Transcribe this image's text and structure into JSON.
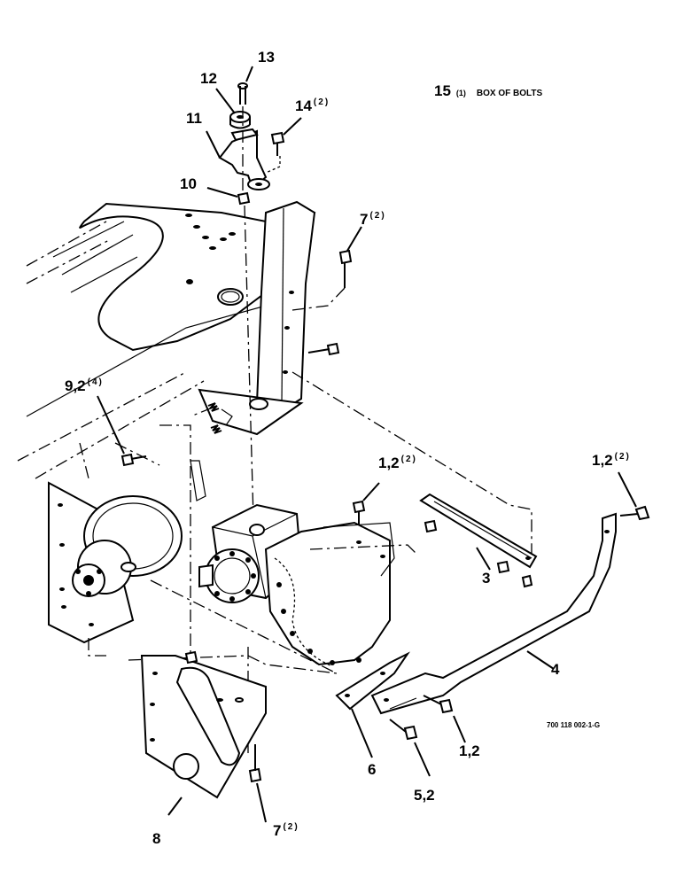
{
  "callouts": [
    {
      "id": "c13",
      "num": "13",
      "qty": ""
    },
    {
      "id": "c12",
      "num": "12",
      "qty": ""
    },
    {
      "id": "c14",
      "num": "14",
      "qty": "(2)"
    },
    {
      "id": "c11",
      "num": "11",
      "qty": ""
    },
    {
      "id": "c10",
      "num": "10",
      "qty": ""
    },
    {
      "id": "c7a",
      "num": "7",
      "qty": "(2)"
    },
    {
      "id": "c92",
      "num": "9,2",
      "qty": "(4)"
    },
    {
      "id": "c12a",
      "num": "1,2",
      "qty": "(2)"
    },
    {
      "id": "c12b",
      "num": "1,2",
      "qty": "(2)"
    },
    {
      "id": "c3",
      "num": "3",
      "qty": ""
    },
    {
      "id": "c4",
      "num": "4",
      "qty": ""
    },
    {
      "id": "c12c",
      "num": "1,2",
      "qty": ""
    },
    {
      "id": "c6",
      "num": "6",
      "qty": ""
    },
    {
      "id": "c52",
      "num": "5,2",
      "qty": ""
    },
    {
      "id": "c8",
      "num": "8",
      "qty": ""
    },
    {
      "id": "c7b",
      "num": "7",
      "qty": "(2)"
    }
  ],
  "note": {
    "num": "15",
    "qty": "(1)",
    "text": "BOX OF BOLTS"
  },
  "drawing_number": "700 118 002-1-G"
}
